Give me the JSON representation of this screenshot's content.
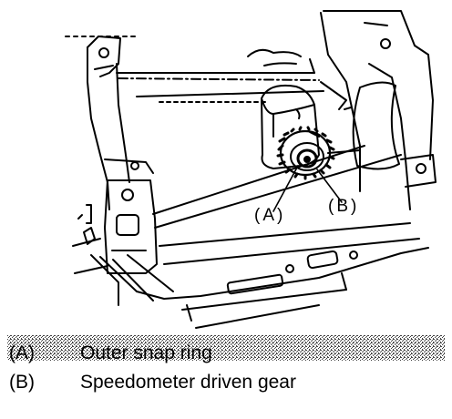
{
  "callouts": {
    "a": "(A)",
    "b": "(B)"
  },
  "legend": [
    {
      "key": "(A)",
      "text": "Outer snap ring"
    },
    {
      "key": "(B)",
      "text": "Speedometer driven gear"
    }
  ],
  "colors": {
    "ink": "#000000",
    "paper": "#ffffff"
  }
}
